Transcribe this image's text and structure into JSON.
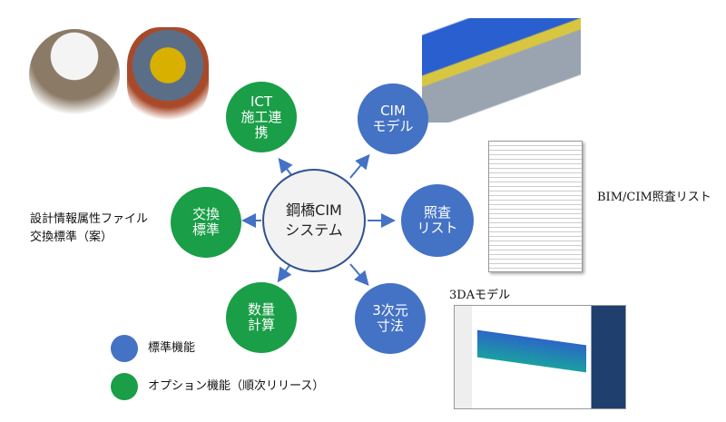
{
  "center": {
    "line1": "鋼橋CIM",
    "line2": "システム"
  },
  "nodes": [
    {
      "id": "ict",
      "lines": [
        "ICT",
        "施工連",
        "携"
      ],
      "type": "option"
    },
    {
      "id": "cim-model",
      "lines": [
        "CIM",
        "モデル"
      ],
      "type": "standard"
    },
    {
      "id": "check-list",
      "lines": [
        "照査",
        "リスト"
      ],
      "type": "standard"
    },
    {
      "id": "dimension-3d",
      "lines": [
        "3次元",
        "寸法"
      ],
      "type": "standard"
    },
    {
      "id": "quantity",
      "lines": [
        "数量",
        "計算"
      ],
      "type": "option"
    },
    {
      "id": "exchange",
      "lines": [
        "交換",
        "標準"
      ],
      "type": "option"
    }
  ],
  "labels": {
    "exchange_file": [
      "設計情報属性ファイル",
      "交換標準（案）"
    ],
    "bim_list": "BIM/CIM照査リスト",
    "model_3da": "3DAモデル"
  },
  "legend": {
    "standard": "標準機能",
    "option": "オプション機能（順次リリース）"
  },
  "colors": {
    "standard": "#4472c4",
    "option": "#1a9e47",
    "center_border": "#2f528f"
  }
}
